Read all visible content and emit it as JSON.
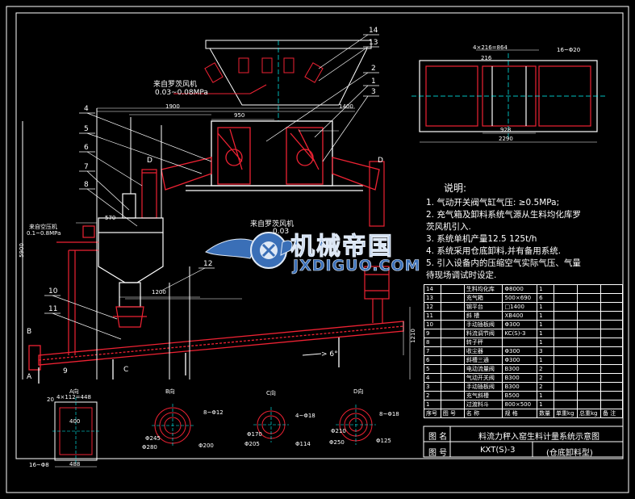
{
  "balloons": [
    "14",
    "13",
    "2",
    "1",
    "3",
    "4",
    "5",
    "6",
    "7",
    "8",
    "9",
    "10",
    "11",
    "12"
  ],
  "air_source_top": "来自罗茨风机",
  "air_pressure_top": "0.03~0.08MPa",
  "air_source_left": "来自空压机",
  "air_pressure_left": "0.1~0.8MPa",
  "air_source_mid": "来自罗茨风机",
  "air_pressure_mid": "0.03",
  "dims": {
    "d1900": "1900",
    "d950": "950",
    "d1400": "1400",
    "d5900": "5900",
    "d570": "570",
    "d1200": "1200",
    "d1210": "1210",
    "d6deg": "> 6°",
    "top_holes": "4×216=864",
    "top_pitch": "16~Φ20",
    "top_w1": "928",
    "top_w2": "2290",
    "top_small": "216"
  },
  "markers": {
    "B": "B",
    "A": "A",
    "C": "C",
    "D": "D"
  },
  "section_a": {
    "title": "A向",
    "holes": "4×112=448",
    "w1": "400",
    "w2": "488",
    "side": "20",
    "holes2": "16~Φ8"
  },
  "section_b": {
    "title": "B向",
    "d1": "8~Φ12",
    "d2": "Φ245",
    "d3": "Φ280",
    "d4": "Φ200"
  },
  "section_c": {
    "title": "C向",
    "d1": "4~Φ18",
    "d2": "Φ170",
    "d3": "Φ205",
    "d4": "Φ114"
  },
  "section_d": {
    "title": "D向",
    "d1": "8~Φ18",
    "d2": "Φ210",
    "d3": "Φ250",
    "d4": "Φ125"
  },
  "notes": {
    "heading": "说明:",
    "lines": [
      "1. 气动开关阀气缸气压: ≥0.5MPa;",
      "2. 充气箱及卸料系统气源从生料均化库罗",
      "   茨风机引入.",
      "3. 系统单机产量12.5  125t/h",
      "4. 系统采用仓底卸料,并有备用系统.",
      "5. 引入设备内的压缩空气实际气压、气量",
      "   待现场调试时设定."
    ]
  },
  "watermark": {
    "cn": "机械帝国",
    "en": "JXDIGUO.COM"
  },
  "bom": {
    "rows": [
      [
        "14",
        "",
        "生料均化库",
        "Φ8000",
        "1",
        "",
        ""
      ],
      [
        "13",
        "",
        "充气箱",
        "500×690",
        "6",
        "",
        ""
      ],
      [
        "12",
        "",
        "钢平台",
        "□1400",
        "1",
        "",
        ""
      ],
      [
        "11",
        "",
        "斜  槽",
        "XB400",
        "1",
        "",
        ""
      ],
      [
        "10",
        "",
        "手动插板阀",
        "Φ300",
        "1",
        "",
        ""
      ],
      [
        "9",
        "",
        "料流调节阀",
        "KC(S)-3",
        "1",
        "",
        ""
      ],
      [
        "8",
        "",
        "转子秤",
        "",
        "1",
        "",
        ""
      ],
      [
        "7",
        "",
        "收尘器",
        "Φ300",
        "3",
        "",
        ""
      ],
      [
        "6",
        "",
        "斜槽三通",
        "Φ300",
        "1",
        "",
        ""
      ],
      [
        "5",
        "",
        "电动流量阀",
        "B300",
        "2",
        "",
        ""
      ],
      [
        "4",
        "",
        "气动开关阀",
        "B300",
        "2",
        "",
        ""
      ],
      [
        "3",
        "",
        "手动插板阀",
        "B300",
        "2",
        "",
        ""
      ],
      [
        "2",
        "",
        "充气斜槽",
        "B500",
        "1",
        "",
        ""
      ],
      [
        "1",
        "",
        "过渡料斗",
        "800×500",
        "1",
        "",
        ""
      ]
    ],
    "header": [
      "序号",
      "图 号",
      "名  称",
      "规 格",
      "数量",
      "单重kg",
      "总重kg",
      "备  注"
    ]
  },
  "title_block": {
    "lbl_tu": "图  名",
    "name": "料流力秤入窑生料计量系统示意图",
    "lbl_hao": "图  号",
    "code": "KXT(S)-3",
    "type": "(仓底卸料型)"
  }
}
